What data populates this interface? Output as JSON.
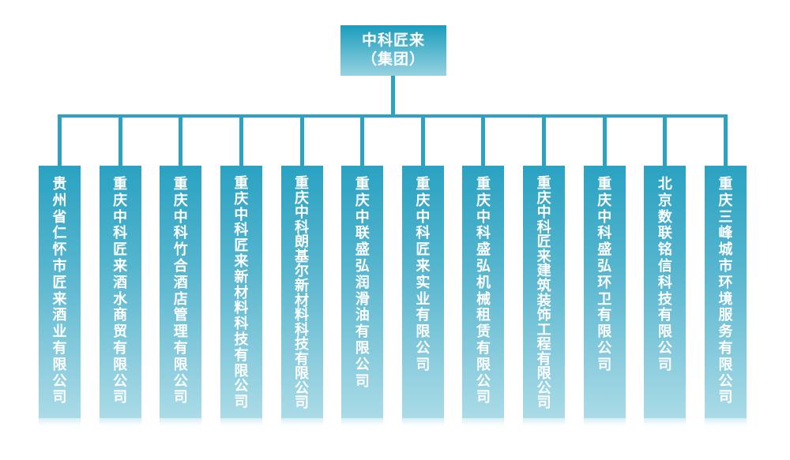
{
  "org_chart": {
    "root": {
      "line1": "中科匠来",
      "line2": "（集团）"
    },
    "companies": [
      "贵州省仁怀市匠来酒业有限公司",
      "重庆中科匠来酒水商贸有限公司",
      "重庆中科竹合酒店管理有限公司",
      "重庆中科匠来新材料科技有限公司",
      "重庆中科朗基尔新材料科技有限公司",
      "重庆中联盛弘润滑油有限公司",
      "重庆中科匠来实业有限公司",
      "重庆中科盛弘机械租赁有限公司",
      "重庆中科匠来建筑装饰工程有限公司",
      "重庆中科盛弘环卫有限公司",
      "北京数联铭信科技有限公司",
      "重庆三峰城市环境服务有限公司"
    ]
  },
  "colors": {
    "connector_line": "#2da2c0",
    "root_gradient_top": "#1b9dbd",
    "root_gradient_bottom": "#96d2e0",
    "node_gradient_top": "#2aa2c2",
    "node_gradient_bottom": "#abdbe7",
    "node_text": "#ffffff",
    "background": "#ffffff"
  }
}
